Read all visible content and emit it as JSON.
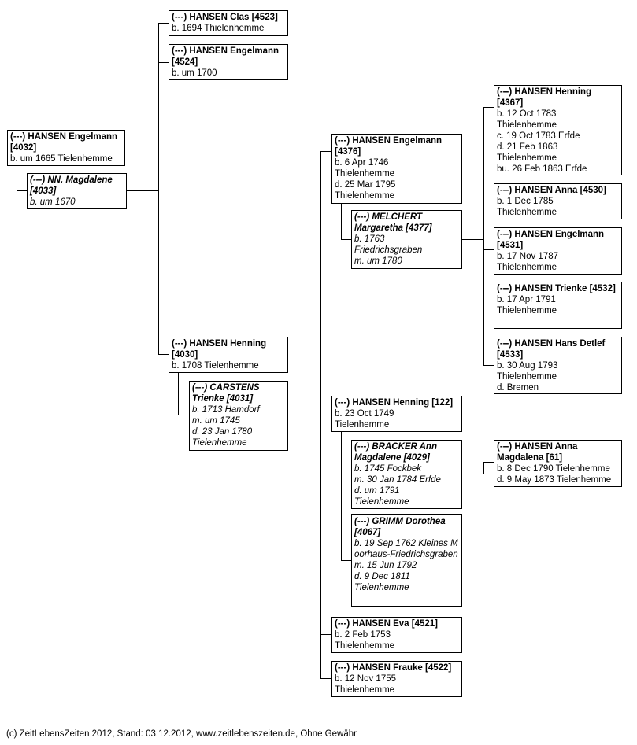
{
  "persons": {
    "p4032": {
      "name": "(---) HANSEN Engelmann [4032]",
      "lines": [
        "b. um 1665 Tielenhemme"
      ]
    },
    "p4033": {
      "name": "(---) NN. Magdalene [4033]",
      "lines": [
        "b. um 1670"
      ]
    },
    "p4523": {
      "name": "(---) HANSEN Clas [4523]",
      "lines": [
        "b. 1694 Thielenhemme"
      ]
    },
    "p4524": {
      "name": "(---) HANSEN Engelmann [4524]",
      "lines": [
        "b. um 1700"
      ]
    },
    "p4030": {
      "name": "(---) HANSEN Henning [4030]",
      "lines": [
        "b. 1708 Tielenhemme"
      ]
    },
    "p4031": {
      "name": "(---) CARSTENS Trienke [4031]",
      "lines": [
        "b. 1713 Hamdorf",
        "m. um 1745",
        "d. 23 Jan 1780",
        "Tielenhemme"
      ]
    },
    "p4376": {
      "name": "(---) HANSEN Engelmann [4376]",
      "lines": [
        "b. 6 Apr 1746",
        "Thielenhemme",
        "d. 25 Mar 1795",
        "Thielenhemme"
      ]
    },
    "p4377": {
      "name": "(---) MELCHERT Margaretha [4377]",
      "lines": [
        "b. 1763",
        "Friedrichsgraben",
        "m. um 1780"
      ]
    },
    "p122": {
      "name": "(---) HANSEN Henning [122]",
      "lines": [
        "b. 23 Oct 1749",
        "Tielenhemme"
      ]
    },
    "p4029": {
      "name": "(---) BRACKER Ann Magdalene [4029]",
      "lines": [
        "b. 1745 Fockbek",
        "m. 30 Jan 1784 Erfde",
        "d. um 1791",
        "Tielenhemme"
      ]
    },
    "p4067": {
      "name": "(---) GRIMM Dorothea [4067]",
      "lines": [
        "b. 19 Sep 1762 Kleines Moorhaus-Friedrichsgraben",
        "m. 15 Jun 1792",
        "d. 9 Dec 1811",
        "Tielenhemme"
      ]
    },
    "p4521": {
      "name": "(---) HANSEN Eva [4521]",
      "lines": [
        "b. 2 Feb 1753",
        "Thielenhemme"
      ]
    },
    "p4522": {
      "name": "(---) HANSEN Frauke [4522]",
      "lines": [
        "b. 12 Nov 1755",
        "Thielenhemme"
      ]
    },
    "p4367": {
      "name": "(---) HANSEN Henning [4367]",
      "lines": [
        "b. 12 Oct 1783",
        "Thielenhemme",
        "c. 19 Oct 1783 Erfde",
        "d. 21 Feb 1863",
        "Thielenhemme",
        "bu. 26 Feb 1863 Erfde"
      ]
    },
    "p4530": {
      "name": "(---) HANSEN Anna [4530]",
      "lines": [
        "b. 1 Dec 1785",
        "Thielenhemme"
      ]
    },
    "p4531": {
      "name": "(---) HANSEN Engelmann [4531]",
      "lines": [
        "b. 17 Nov 1787",
        "Thielenhemme"
      ]
    },
    "p4532": {
      "name": "(---) HANSEN Trienke [4532]",
      "lines": [
        "b. 17 Apr 1791",
        "Thielenhemme"
      ]
    },
    "p4533": {
      "name": "(---) HANSEN Hans Detlef [4533]",
      "lines": [
        "b. 30 Aug 1793",
        "Thielenhemme",
        "d.  Bremen"
      ]
    },
    "p61": {
      "name": "(---) HANSEN Anna Magdalena [61]",
      "lines": [
        "b. 8 Dec 1790 Tielenhemme",
        "d. 9 May 1873 Tielenhemme"
      ]
    }
  },
  "footer": "(c) ZeitLebensZeiten 2012, Stand: 03.12.2012, www.zeitlebenszeiten.de, Ohne Gewähr"
}
